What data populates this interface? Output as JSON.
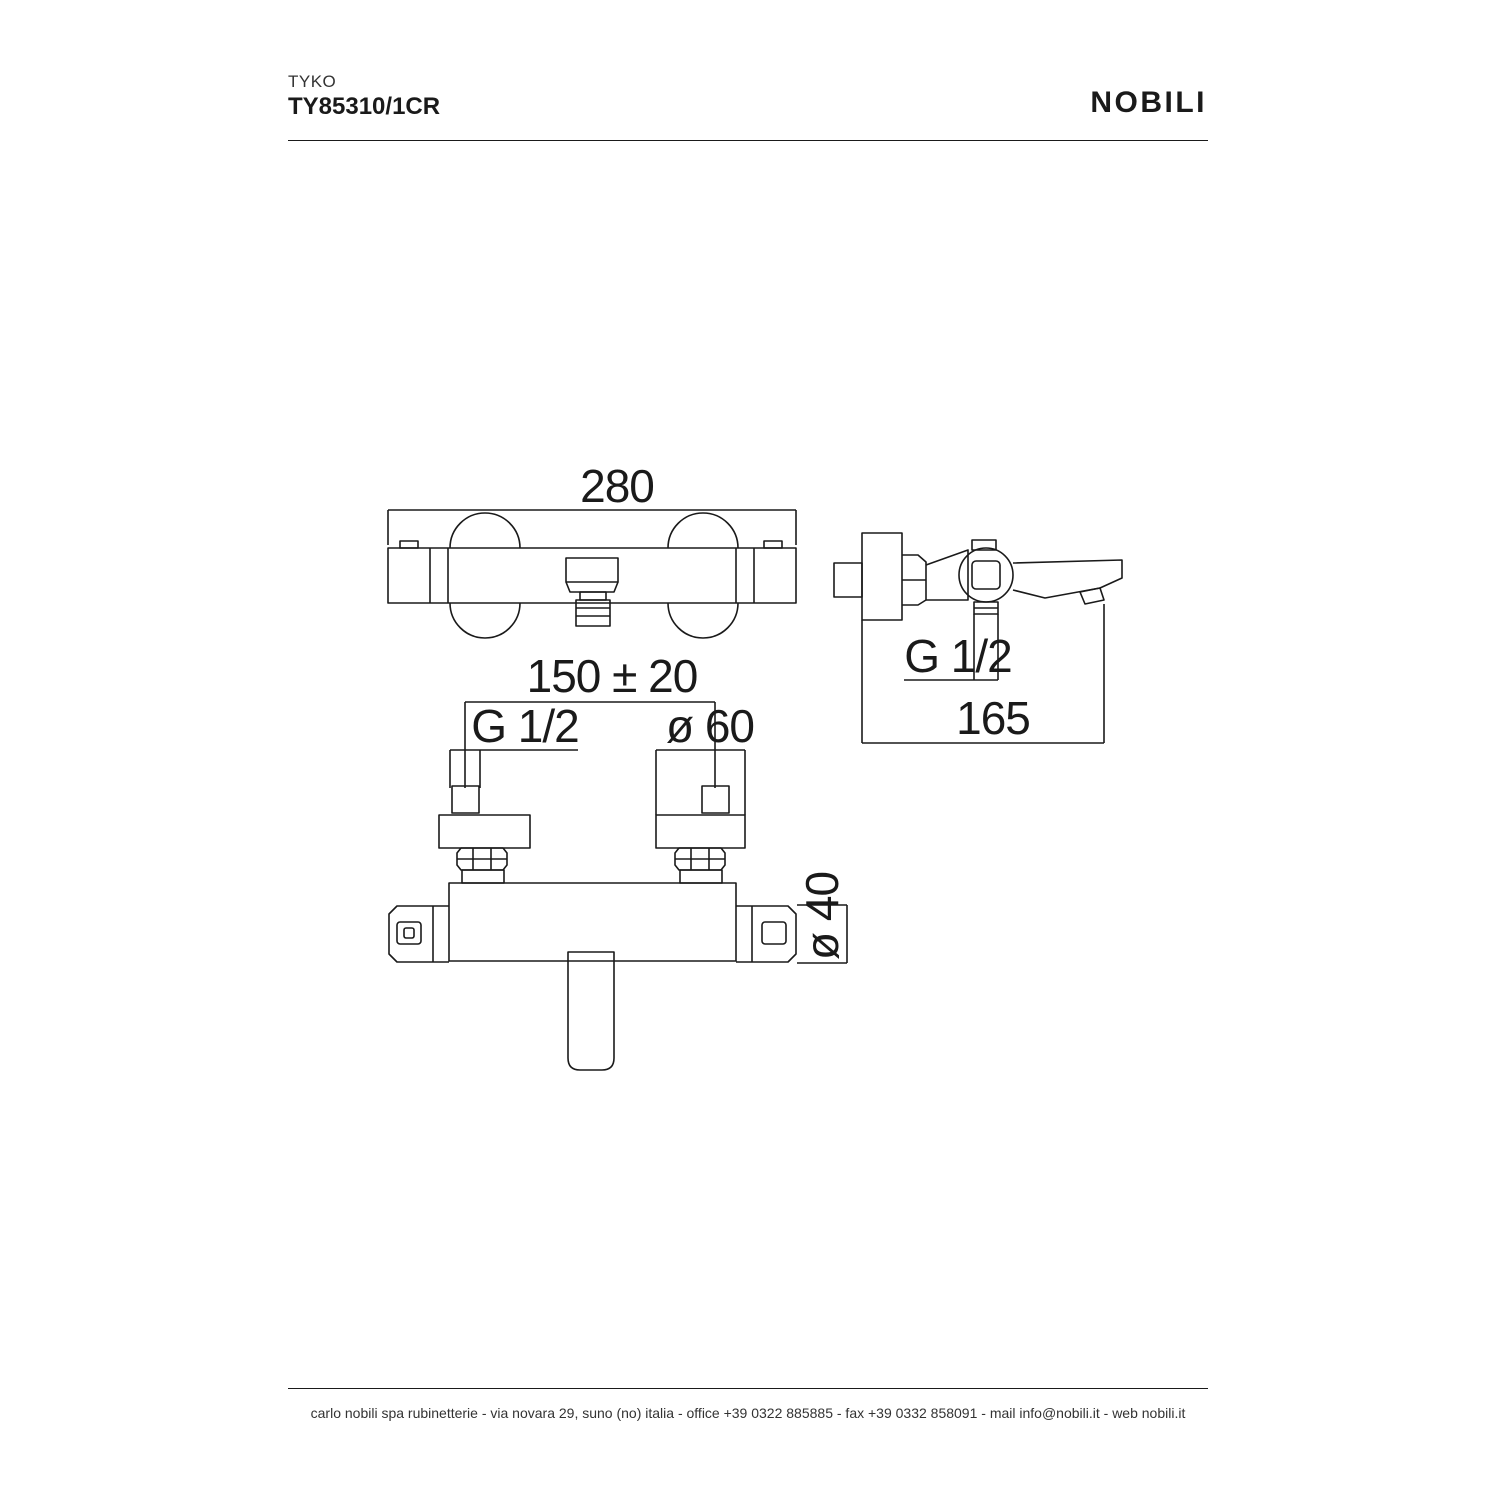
{
  "header": {
    "series": "TYKO",
    "model": "TY85310/1CR",
    "brand": "NOBILI"
  },
  "dimensions": {
    "overall_width": "280",
    "inlet_spacing": "150 ± 20",
    "inlet_thread_front": "G 1/2",
    "flange_diameter": "ø 60",
    "body_diameter": "ø 40",
    "inlet_thread_side": "G 1/2",
    "projection": "165"
  },
  "footer": {
    "text": "carlo nobili spa rubinetterie - via novara 29, suno (no) italia - office +39 0322 885885 - fax +39 0332 858091 - mail info@nobili.it - web nobili.it"
  }
}
